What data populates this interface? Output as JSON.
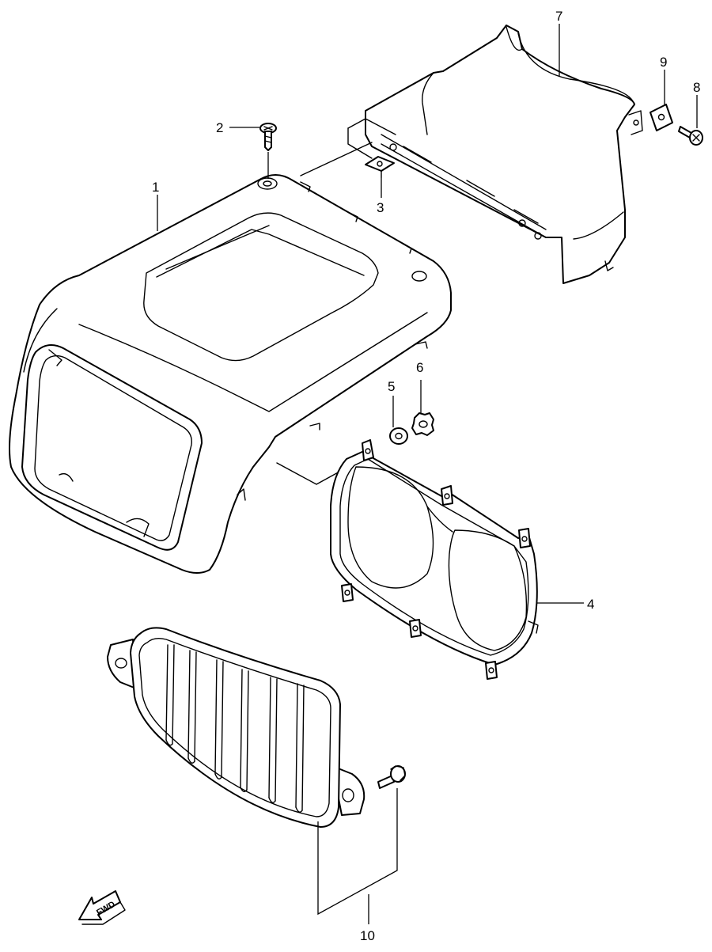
{
  "callouts": {
    "p1": "1",
    "p2": "2",
    "p3": "3",
    "p4": "4",
    "p5": "5",
    "p6": "6",
    "p7": "7",
    "p8": "8",
    "p9": "9",
    "p10": "10"
  },
  "direction_arrow": {
    "label": "FWD",
    "icon": "fwd-arrow-icon"
  },
  "colors": {
    "stroke": "#000000",
    "background": "#ffffff"
  }
}
